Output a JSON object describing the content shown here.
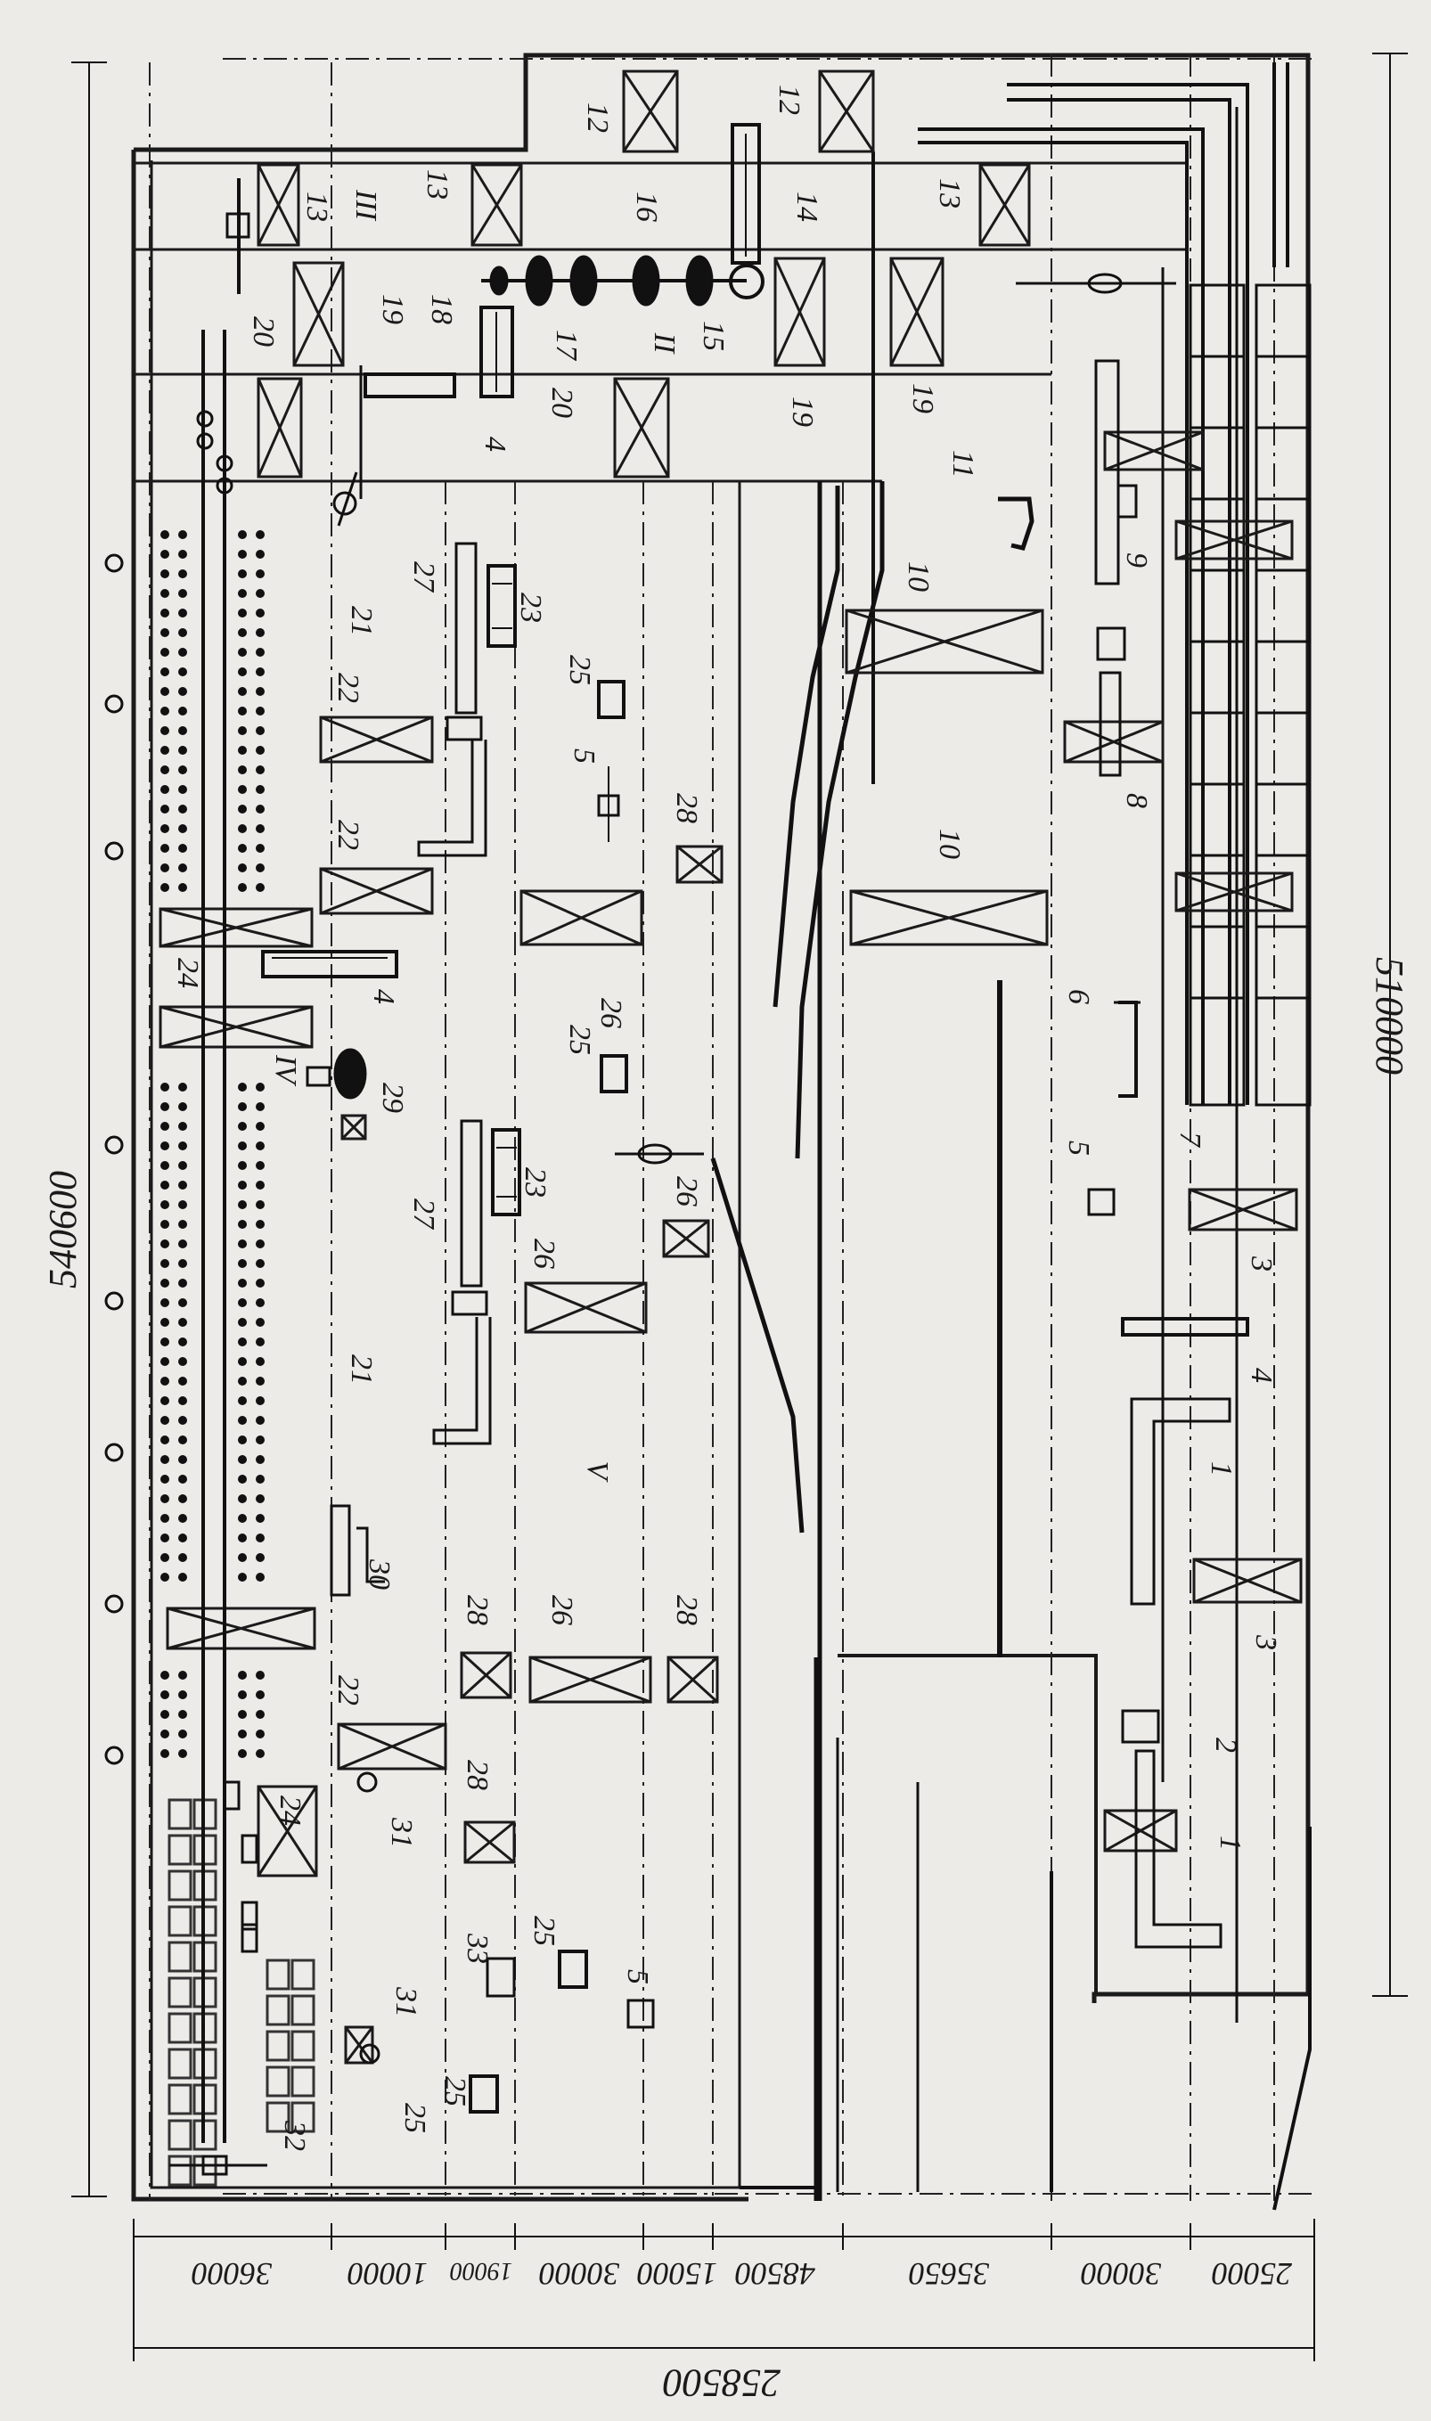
{
  "plan": {
    "overall_dimensions": {
      "total_length": "540600",
      "building_length": "510000",
      "total_width": "258500"
    },
    "span_widths": [
      "36000",
      "10000",
      "19000",
      "30000",
      "15000",
      "48500",
      "35650",
      "30000",
      "25000"
    ],
    "section_numerals": [
      "III",
      "II",
      "IV",
      "V"
    ],
    "equipment_labels": [
      "1",
      "2",
      "3",
      "4",
      "5",
      "6",
      "7",
      "8",
      "9",
      "10",
      "11",
      "12",
      "13",
      "14",
      "15",
      "16",
      "17",
      "18",
      "19",
      "20",
      "21",
      "22",
      "23",
      "24",
      "25",
      "26",
      "27",
      "28",
      "29",
      "30",
      "31",
      "32",
      "33"
    ]
  }
}
